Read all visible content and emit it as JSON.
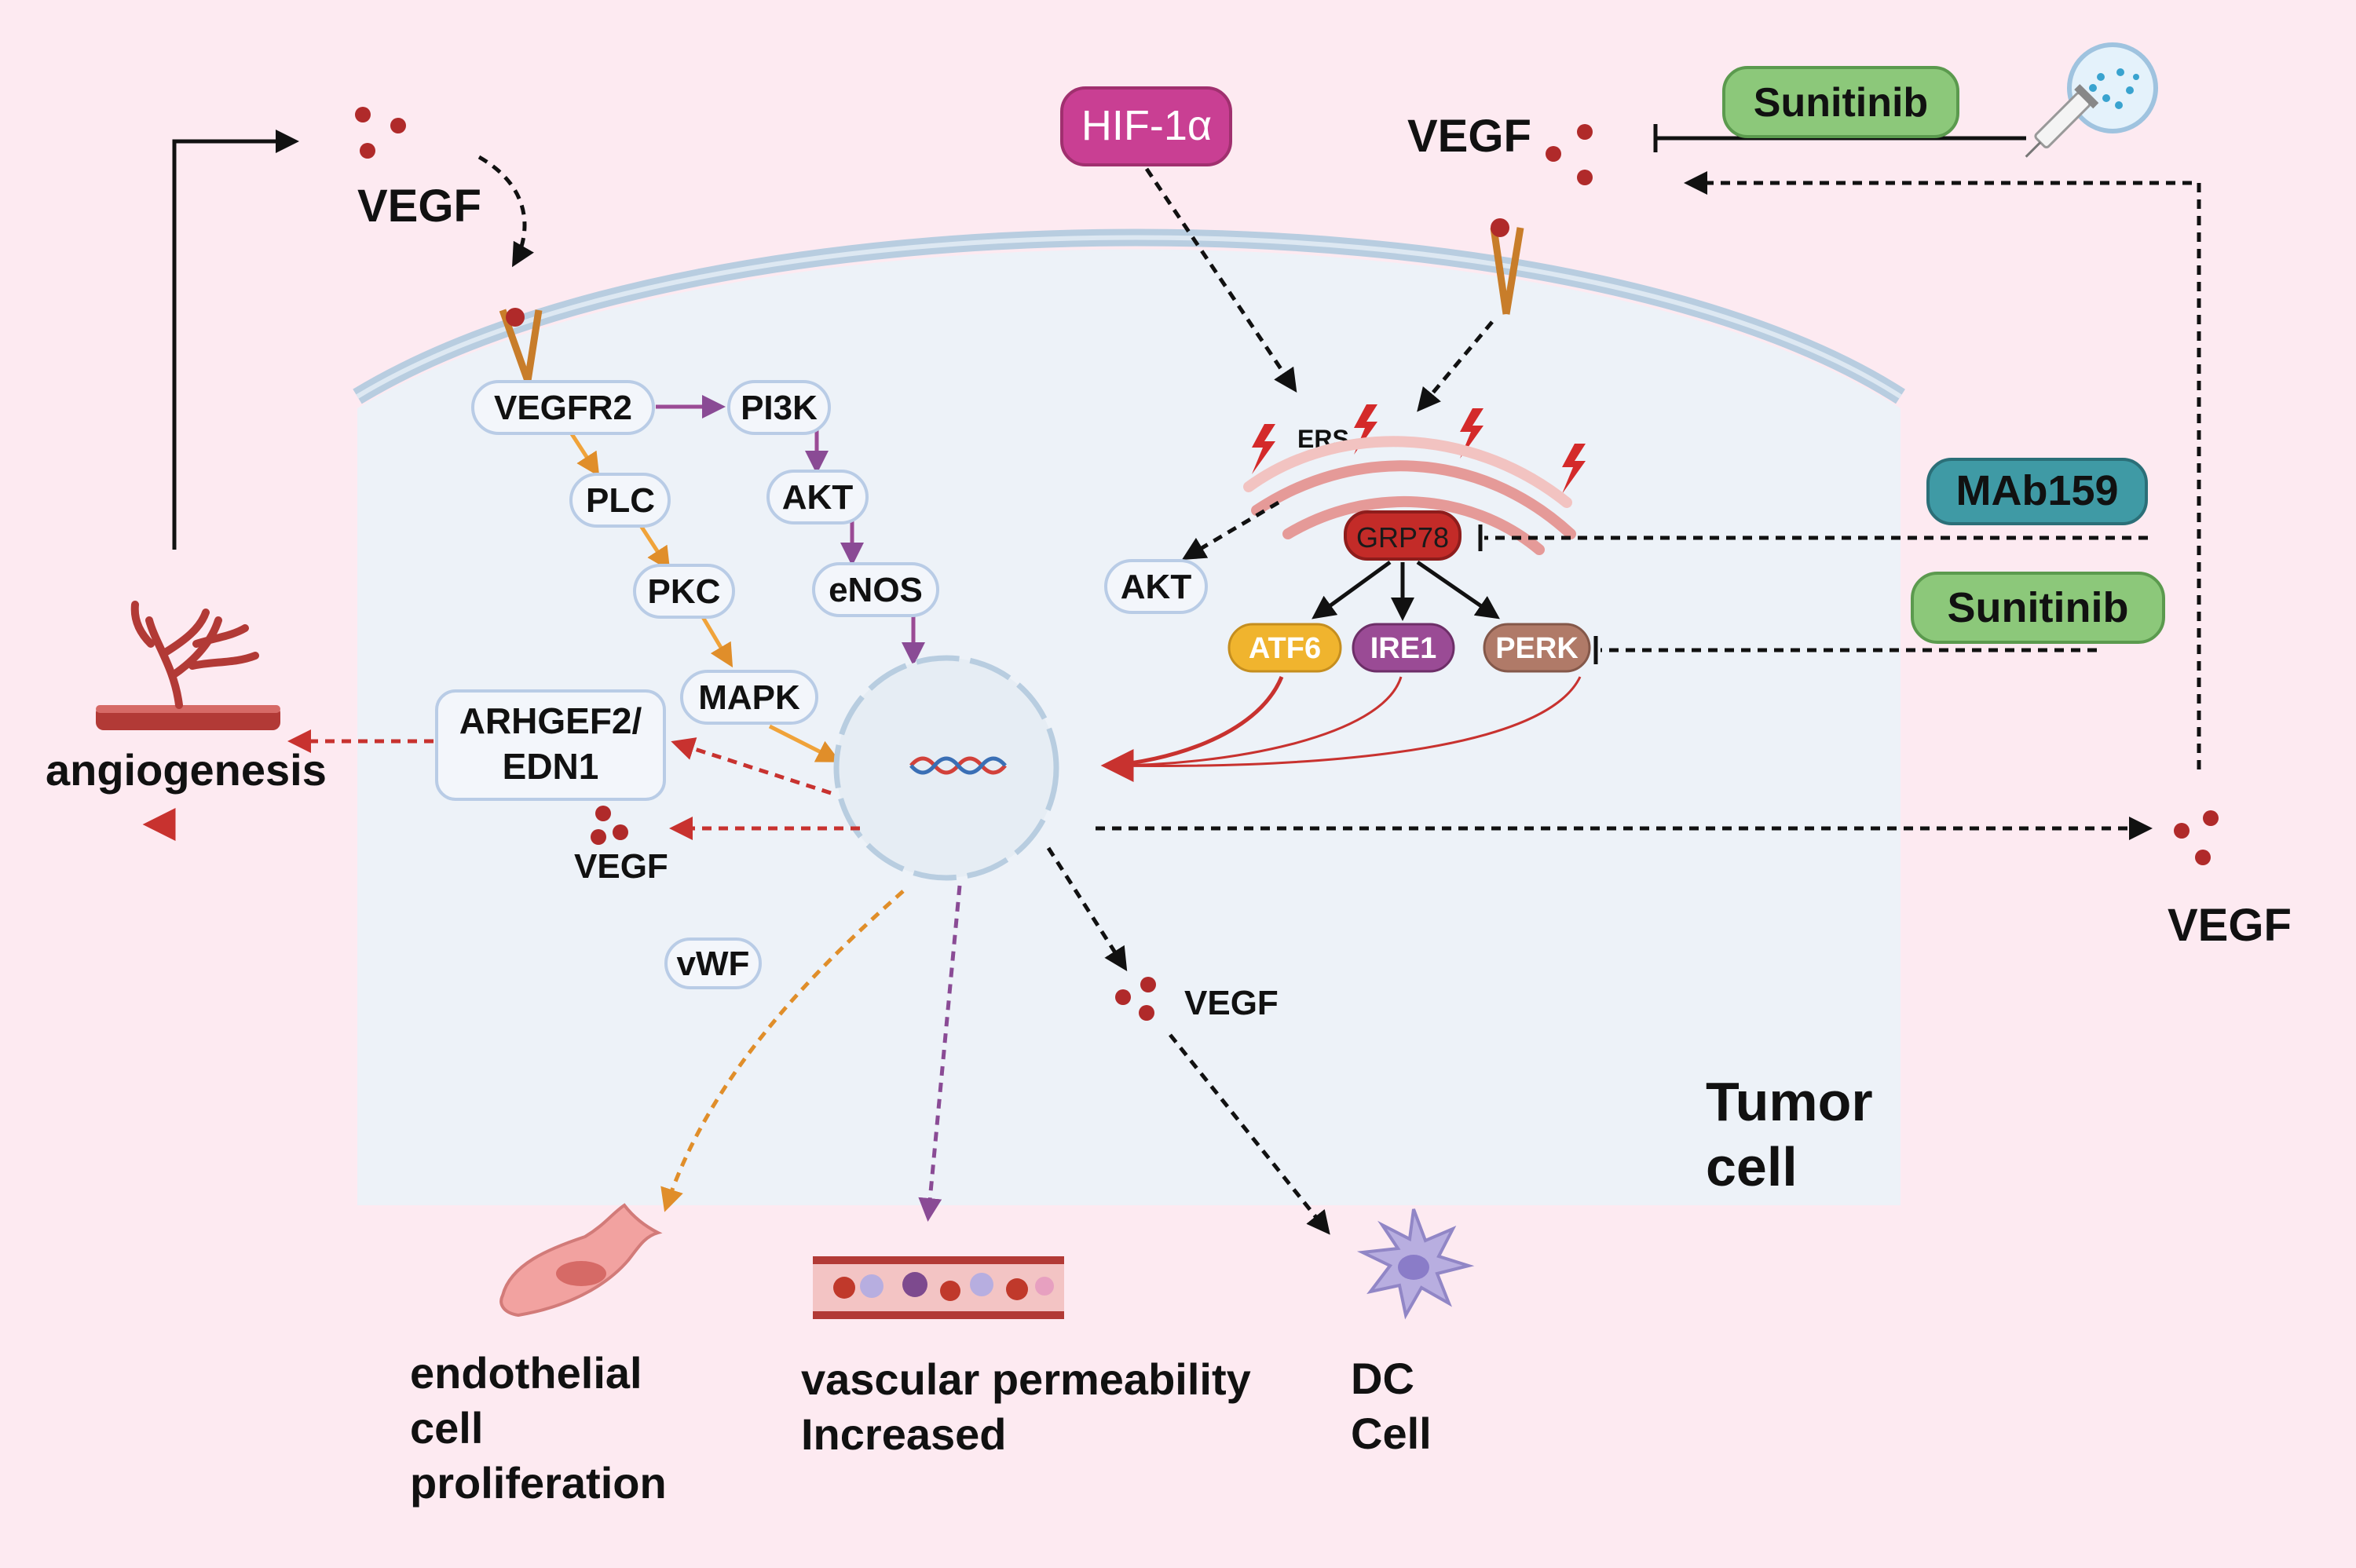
{
  "colors": {
    "background": "#fdeaf1",
    "cell": "#edf2f8",
    "membrane": "#b8cde0",
    "vegf_dot": "#b02a2a",
    "hif": "#c93f93",
    "sunitinib": "#8cc87a",
    "mab159": "#3f9aa5",
    "grp78": "#c32b28",
    "atf6": "#f0b42e",
    "ire1": "#9a4b95",
    "perk": "#b07a68",
    "plc_pathway": "#f0a33a",
    "pi3k_pathway": "#9a4b95",
    "red_arrow": "#c8322f"
  },
  "extracellular": {
    "vegf_top_left": "VEGF",
    "vegf_top_right": "VEGF",
    "vegf_right": "VEGF",
    "hif": "HIF-1α",
    "sunitinib_top": "Sunitinib",
    "sunitinib_mid": "Sunitinib",
    "mab159": "MAb159",
    "angiogenesis": "angiogenesis",
    "endothelial": [
      "endothelial",
      "cell",
      "proliferation"
    ],
    "vascular": [
      "vascular permeability",
      "Increased"
    ],
    "dc": [
      "DC",
      "Cell"
    ]
  },
  "cell": {
    "label": [
      "Tumor",
      "cell"
    ],
    "vegfr2": "VEGFR2",
    "pi3k": "PI3K",
    "plc": "PLC",
    "akt_left": "AKT",
    "pkc": "PKC",
    "enos": "eNOS",
    "mapk": "MAPK",
    "arhgef2": [
      "ARHGEF2/",
      "EDN1"
    ],
    "vegf_inner_left": "VEGF",
    "vegf_inner_mid": "VEGF",
    "vwf": "vWF",
    "ers": "ERS",
    "grp78": "GRP78",
    "akt_right": "AKT",
    "atf6": "ATF6",
    "ire1": "IRE1",
    "perk": "PERK"
  },
  "icons": [
    "vegf-dots",
    "receptor-icon",
    "syringe-icon",
    "drug-vial-icon",
    "lightning-icon",
    "er-icon",
    "nucleus-icon",
    "dna-icon",
    "blood-vessel-icon",
    "endothelial-cell-icon",
    "dc-cell-icon"
  ]
}
